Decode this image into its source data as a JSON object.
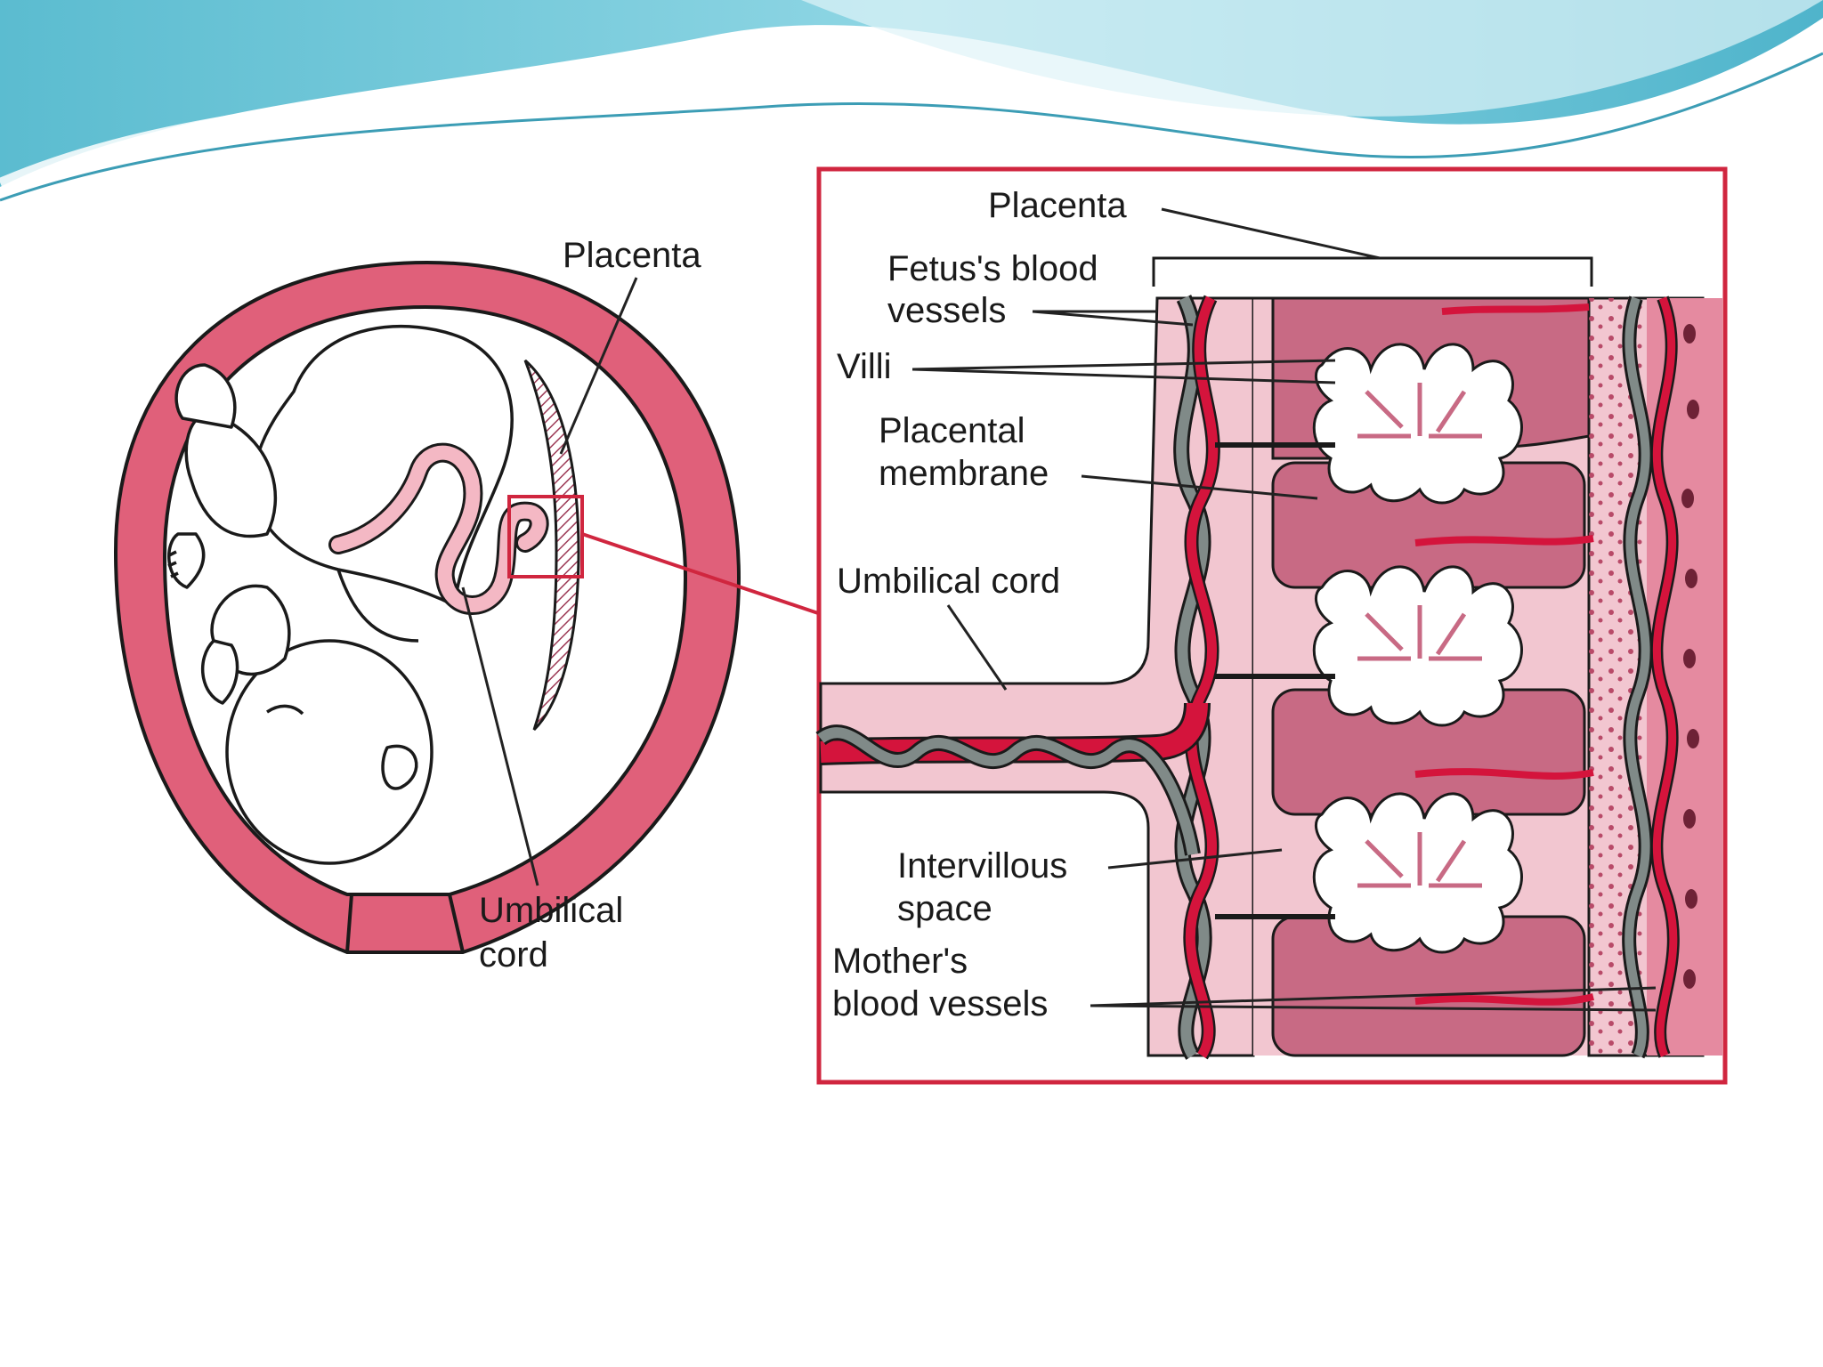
{
  "colors": {
    "header_teal": "#6cc4d6",
    "header_light": "#bfe8f0",
    "uterus_pink": "#e0607a",
    "uterus_light": "#f4b8c4",
    "tissue_mauve": "#c86a84",
    "tissue_light": "#f2c6d0",
    "artery_red": "#d4143c",
    "vein_gray": "#808a88",
    "frame_red": "#d0263f",
    "outline": "#1a1a1a"
  },
  "left_figure": {
    "placenta_label": "Placenta",
    "umbilical_label_line1": "Umbilical",
    "umbilical_label_line2": "cord"
  },
  "inset": {
    "placenta_label": "Placenta",
    "fetus_vessels_line1": "Fetus's blood",
    "fetus_vessels_line2": "vessels",
    "villi_label": "Villi",
    "membrane_line1": "Placental",
    "membrane_line2": "membrane",
    "umbilical_cord_label": "Umbilical cord",
    "intervillous_line1": "Intervillous",
    "intervillous_line2": "space",
    "mothers_vessels_line1": "Mother's",
    "mothers_vessels_line2": "blood vessels"
  }
}
